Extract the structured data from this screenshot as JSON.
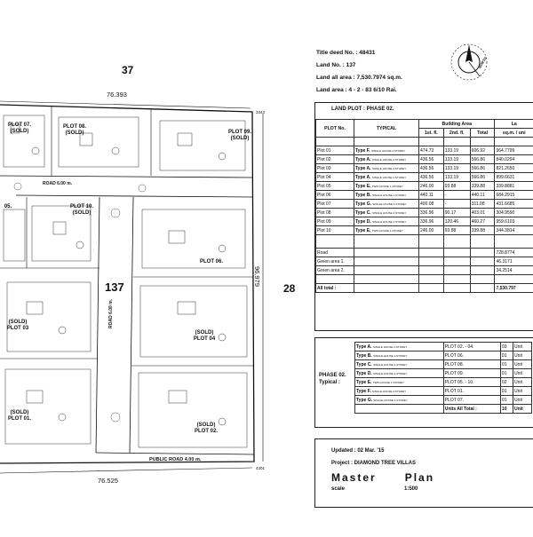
{
  "site": {
    "top_neighbor": "37",
    "right_neighbor": "28",
    "center_number": "137",
    "top_dim": "76.393",
    "bottom_dim": "76.525",
    "right_dim": "96.979",
    "top_right_small": "3343",
    "bottom_right_small": "4301",
    "road_top": "ROAD 6.00 m.",
    "road_vertical": "ROAD 6.00 m.",
    "public_road": "PUBLIC ROAD 4.00 m.",
    "plots": [
      {
        "id": "p07",
        "label": "PLOT 07.",
        "status": "(SOLD)"
      },
      {
        "id": "p08",
        "label": "PLOT 08.",
        "status": "(SOLD)"
      },
      {
        "id": "p09",
        "label": "PLOT 09.",
        "status": "(SOLD)"
      },
      {
        "id": "p05",
        "label": "05.",
        "status": ""
      },
      {
        "id": "p10",
        "label": "PLOT 10.",
        "status": "(SOLD)"
      },
      {
        "id": "p06",
        "label": "PLOT 06.",
        "status": ""
      },
      {
        "id": "p03",
        "label": "PLOT 03",
        "status": "(SOLD)"
      },
      {
        "id": "p04",
        "label": "PLOT 04",
        "status": "(SOLD)"
      },
      {
        "id": "p01",
        "label": "PLOT 01.",
        "status": "(SOLD)"
      },
      {
        "id": "p02",
        "label": "PLOT 02.",
        "status": "(SOLD)"
      }
    ]
  },
  "deed": {
    "title_deed": "Title deed   No. : 48431",
    "land_no": "Land  No. :   137",
    "land_all_area": "Land all area : 7,530.7974  sq.m.",
    "land_area": "Land area : 4 - 2 - 83 6/10  Rai."
  },
  "land_plot": {
    "heading": "LAND PLOT : PHASE 02.",
    "col_plot": "PLOT No.",
    "col_typical": "TYPICAL",
    "col_building": "Building Area",
    "col_land": "La",
    "sub_1st": "1st. fl.",
    "sub_2nd": "2nd. fl.",
    "sub_total": "Total",
    "sub_sqm": "sq.m. / uni",
    "rows": [
      {
        "plot": "Plot  01",
        "type": "Type F.",
        "desc": "SINGLE HOUSE 2-STOREY",
        "f1": "474.73",
        "f2": "133.19",
        "total": "606.92",
        "land": "964.7799"
      },
      {
        "plot": "Plot  02",
        "type": "Type A.",
        "desc": "SINGLE HOUSE 2-STOREY",
        "f1": "436.56",
        "f2": "133.19",
        "total": "566.86",
        "land": "840.0294"
      },
      {
        "plot": "Plot  03",
        "type": "Type A.",
        "desc": "SINGLE HOUSE 2-STOREY",
        "f1": "436.56",
        "f2": "133.19",
        "total": "566.86",
        "land": "821.2650"
      },
      {
        "plot": "Plot  04",
        "type": "Type A.",
        "desc": "SINGLE HOUSE 2-STOREY",
        "f1": "436.56",
        "f2": "133.19",
        "total": "566.86",
        "land": "899.6631"
      },
      {
        "plot": "Plot  05",
        "type": "Type E.",
        "desc": "TWIN HOUSE 1-STOREY",
        "f1": "246.00",
        "f2": "93.88",
        "total": "339.88",
        "land": "339.8881"
      },
      {
        "plot": "Plot  06",
        "type": "Type B.",
        "desc": "SINGLE HOUSE 1-STOREY",
        "f1": "440.11",
        "f2": "-",
        "total": "440.11",
        "land": "684.2915"
      },
      {
        "plot": "Plot  07",
        "type": "Type G.",
        "desc": "SINGLE HOUSE 1-STOREY",
        "f1": "400.08",
        "f2": "-",
        "total": "311.08",
        "land": "431.6685"
      },
      {
        "plot": "Plot  08",
        "type": "Type C.",
        "desc": "SINGLE HOUSE 2-STOREY",
        "f1": "336.96",
        "f2": "90.17",
        "total": "403.01",
        "land": "304.9590"
      },
      {
        "plot": "Plot  09",
        "type": "Type D.",
        "desc": "SINGLE HOUSE 2-STOREY",
        "f1": "336.96",
        "f2": "120.46",
        "total": "460.27",
        "land": "959.6103"
      },
      {
        "plot": "Plot  10",
        "type": "Type E.",
        "desc": "TWIN HOUSE 1-STOREY",
        "f1": "246.00",
        "f2": "93.88",
        "total": "339.88",
        "land": "344.3814"
      }
    ],
    "road_label": "Road",
    "road_value": "728.8774",
    "green1_label": "Green area 1.",
    "green1_value": "46.3171",
    "green2_label": "Green area 2.",
    "green2_value": "34.2514",
    "all_total_label": "All total :",
    "all_total_value": "7,530.797"
  },
  "phase": {
    "label": "PHASE 02.",
    "sublabel": "Typical :",
    "rows": [
      {
        "type": "Type A.",
        "desc": "SINGLE HOUSE 2-STOREY",
        "plots": "PLOT 02. - 04.",
        "count": "03",
        "unit": "Unit"
      },
      {
        "type": "Type B.",
        "desc": "SINGLE HOUSE 1-STOREY",
        "plots": "PLOT 06.",
        "count": "01",
        "unit": "Unit"
      },
      {
        "type": "Type C.",
        "desc": "SINGLE HOUSE 2-STOREY",
        "plots": "PLOT 08.",
        "count": "01",
        "unit": "Unit"
      },
      {
        "type": "Type D.",
        "desc": "SINGLE HOUSE 2-STOREY",
        "plots": "PLOT 09.",
        "count": "01",
        "unit": "Unit"
      },
      {
        "type": "Type E.",
        "desc": "TWIN HOUSE 1-STOREY",
        "plots": "PLOT 05. - 10.",
        "count": "02",
        "unit": "Unit"
      },
      {
        "type": "Type F.",
        "desc": "SINGLE HOUSE 2-STOREY",
        "plots": "PLOT 01.",
        "count": "01",
        "unit": "Unit"
      },
      {
        "type": "Type G.",
        "desc": "SINGLE HOUSE 1-STOREY",
        "plots": "PLOT 07.",
        "count": "01",
        "unit": "Unit"
      }
    ],
    "total_label": "Units All Total :",
    "total_count": "10",
    "total_unit": "Unit"
  },
  "titleblock": {
    "updated": "Updated : 02 Mar. '15",
    "project": "Project : DIAMOND TREE VILLAS",
    "title": "Master      Plan",
    "scale_label": "scale",
    "scale_value": "1:500"
  },
  "north": {
    "label": "NORTH"
  }
}
